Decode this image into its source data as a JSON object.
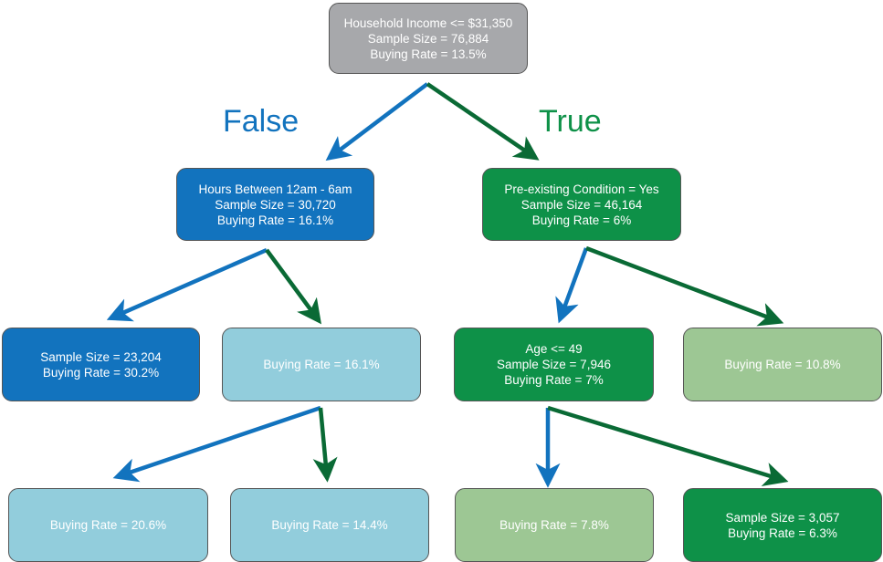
{
  "colors": {
    "false_edge": "#1273be",
    "true_edge": "#0a6a35"
  },
  "labels": {
    "false": "False",
    "true": "True"
  },
  "nodes": {
    "root": {
      "lines": [
        "Household Income <= $31,350",
        "Sample Size = 76,884",
        "Buying Rate = 13.5%"
      ]
    },
    "hours": {
      "lines": [
        "Hours Between 12am - 6am",
        "Sample Size = 30,720",
        "Buying Rate = 16.1%"
      ]
    },
    "preexisting": {
      "lines": [
        "Pre-existing Condition = Yes",
        "Sample Size = 46,164",
        "Buying Rate = 6%"
      ]
    },
    "leaf_a": {
      "lines": [
        "Sample Size = 23,204",
        "Buying Rate = 30.2%"
      ]
    },
    "node_b": {
      "lines": [
        "Buying Rate = 16.1%"
      ]
    },
    "age": {
      "lines": [
        "Age <= 49",
        "Sample Size = 7,946",
        "Buying Rate = 7%"
      ]
    },
    "leaf_d": {
      "lines": [
        "Buying Rate = 10.8%"
      ]
    },
    "leaf_e": {
      "lines": [
        "Buying Rate = 20.6%"
      ]
    },
    "leaf_f": {
      "lines": [
        "Buying Rate = 14.4%"
      ]
    },
    "leaf_g": {
      "lines": [
        "Buying Rate = 7.8%"
      ]
    },
    "leaf_h": {
      "lines": [
        "Sample Size = 3,057",
        "Buying Rate = 6.3%"
      ]
    }
  }
}
